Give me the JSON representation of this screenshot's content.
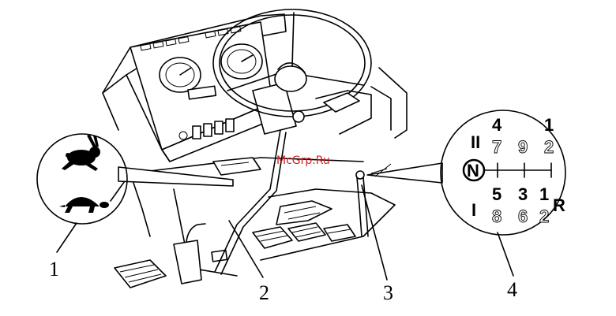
{
  "callouts": {
    "c1": "1",
    "c2": "2",
    "c3": "3",
    "c4": "4"
  },
  "watermark": "McGrp.Ru",
  "gear_pattern": {
    "top_roman": "II",
    "bottom_roman": "I",
    "neutral": "N",
    "reverse": "R",
    "top_high": [
      "4",
      "1"
    ],
    "top_low": [
      "7",
      "9",
      "2"
    ],
    "bottom_high": [
      "5",
      "3",
      "1"
    ],
    "bottom_low": [
      "8",
      "6",
      "2"
    ]
  },
  "icons": {
    "fast": "rabbit-icon",
    "slow": "turtle-icon"
  },
  "colors": {
    "line": "#000000",
    "watermark": "#d21f1f"
  }
}
